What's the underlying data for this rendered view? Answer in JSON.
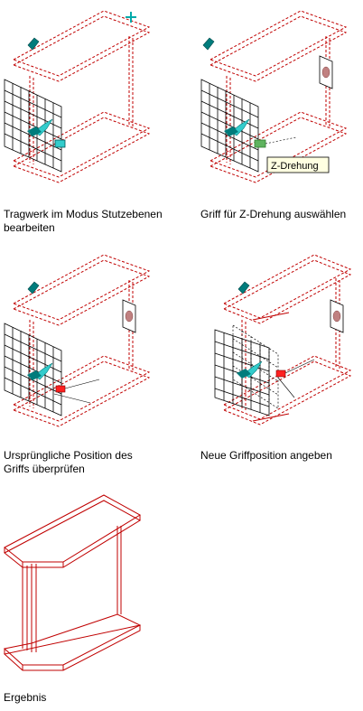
{
  "colors": {
    "frame": "#c00000",
    "grid": "#000000",
    "marker": "#007c7c",
    "cyan": "#33cccc",
    "grip_active": "#5fb35f",
    "grip_red": "#ff2020",
    "tooltip_bg": "#ffffe1"
  },
  "steps": [
    {
      "caption": "Tragwerk im Modus Stutzebenen\nbearbeiten"
    },
    {
      "caption": "Griff für Z-Drehung auswählen",
      "tooltip": "Z-Drehung"
    },
    {
      "caption": "Ursprüngliche Position des\nGriffs überprüfen"
    },
    {
      "caption": "Neue Griffposition angeben"
    },
    {
      "caption": "Ergebnis"
    }
  ]
}
